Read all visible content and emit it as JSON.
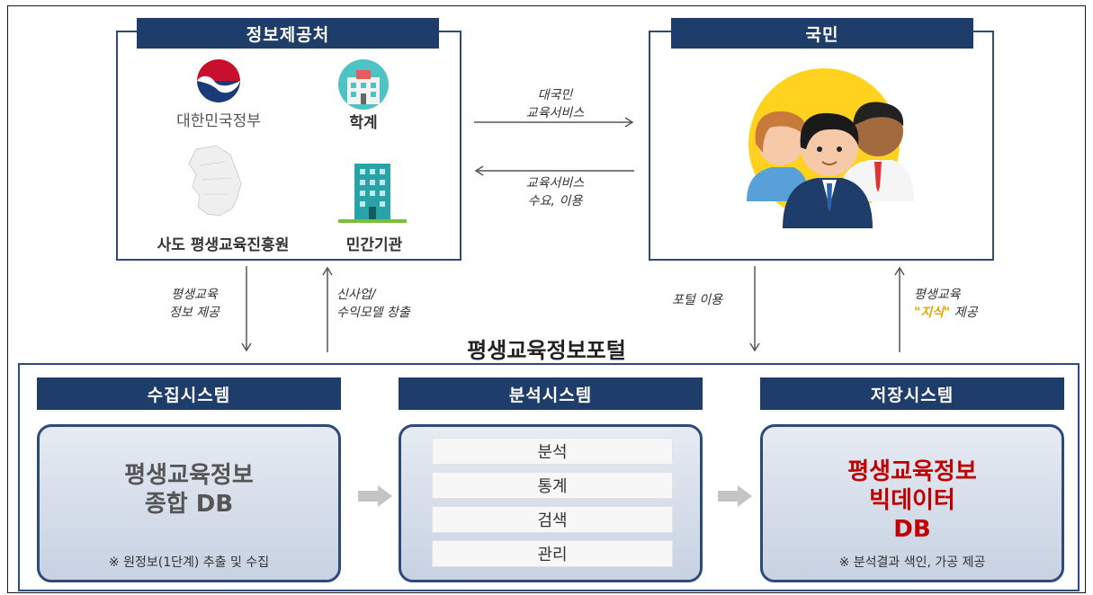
{
  "providers": {
    "title": "정보제공처",
    "items": [
      "대한민국정부",
      "학계",
      "사도 평생교육진흥원",
      "민간기관"
    ]
  },
  "citizens": {
    "title": "국민"
  },
  "arrows": {
    "to_citizens": [
      "대국민",
      "교육서비스"
    ],
    "from_citizens": [
      "교육서비스",
      "수요, 이용"
    ],
    "provide_info": [
      "평생교육",
      "정보 제공"
    ],
    "new_business": [
      "신사업/",
      "수익모델 창출"
    ],
    "portal_use": "포털 이용",
    "knowledge": {
      "line1": "평생교육",
      "quoted": "\"지식\"",
      "rest": " 제공"
    }
  },
  "portal": {
    "title": "평생교육정보포털",
    "collect": {
      "title": "수집시스템",
      "main": [
        "평생교육정보",
        "종합 DB"
      ],
      "note": "※ 원정보(1단계) 추출 및 수집"
    },
    "analysis": {
      "title": "분석시스템",
      "items": [
        "분석",
        "통계",
        "검색",
        "관리"
      ]
    },
    "storage": {
      "title": "저장시스템",
      "main": [
        "평생교육정보",
        "빅데이터",
        "DB"
      ],
      "note": "※ 분석결과 색인, 가공 제공"
    }
  },
  "colors": {
    "header_bg": "#1f3d6b",
    "border": "#2d4a7a",
    "highlight_red": "#c00000",
    "highlight_yellow": "#e0a800"
  }
}
